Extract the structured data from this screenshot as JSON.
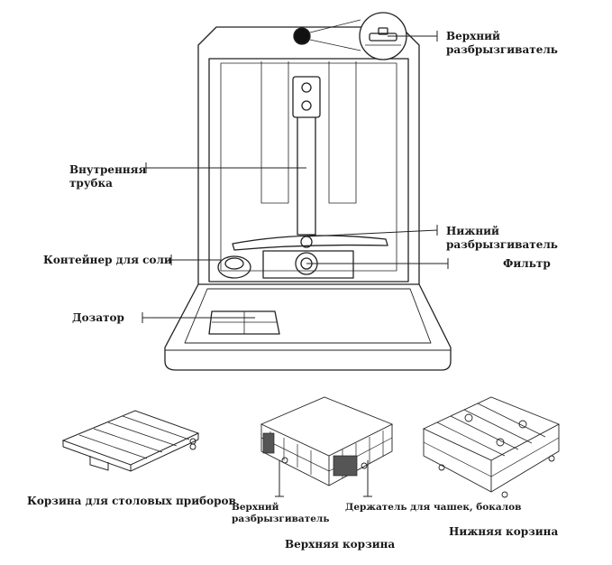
{
  "labels": {
    "upper_spray_arm": [
      "Верхний",
      "разбрызгиватель"
    ],
    "inner_tube": [
      "Внутренняя",
      "трубка"
    ],
    "lower_spray_arm": [
      "Нижний",
      "разбрызгиватель"
    ],
    "salt_container": "Контейнер для соли",
    "filter": "Фильтр",
    "dispenser": "Дозатор",
    "cutlery_basket": "Корзина для столовых приборов",
    "basket_upper_spray": [
      "Верхний",
      "разбрызгиватель"
    ],
    "cup_holder": "Держатель для чашек, бокалов",
    "upper_basket": "Верхняя корзина",
    "lower_basket": "Нижняя корзина"
  }
}
